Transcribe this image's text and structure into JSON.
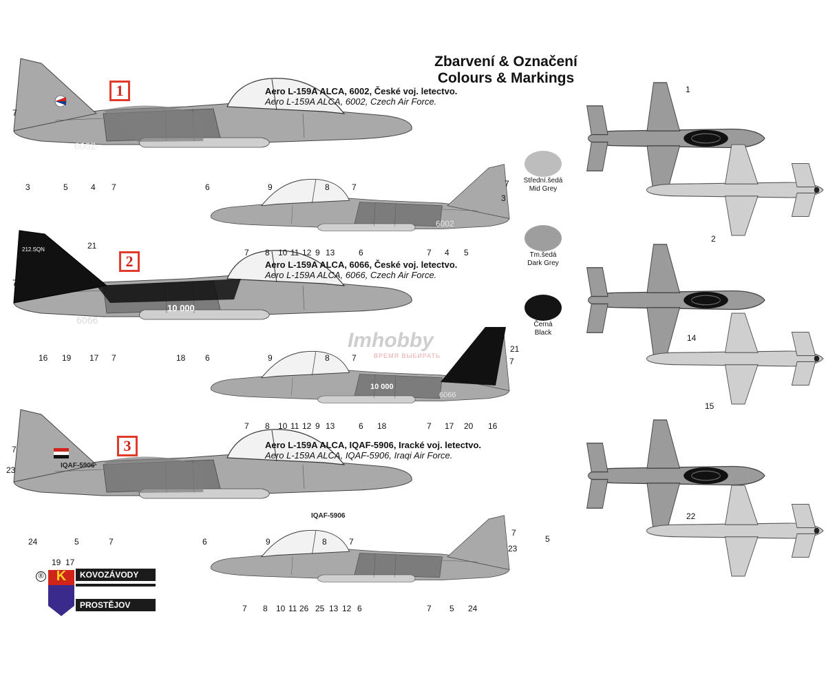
{
  "header": {
    "title_cz": "Zbarvení & Označení",
    "title_en": "Colours & Markings"
  },
  "schemes": [
    {
      "badge": "1",
      "caption_cz": "Aero L-159A ALCA, 6002, České voj. letectvo.",
      "caption_en": "Aero L-159A ALCA, 6002, Czech Air Force.",
      "serial": "6002"
    },
    {
      "badge": "2",
      "caption_cz": "Aero L-159A ALCA, 6066, České voj. letectvo.",
      "caption_en": "Aero L-159A ALCA, 6066, Czech Air Force.",
      "serial": "6066",
      "squadron": "212.SQN",
      "nose_code": "10 000"
    },
    {
      "badge": "3",
      "caption_cz": "Aero L-159A ALCA, IQAF-5906, Iracké voj. letectvo.",
      "caption_en": "Aero L-159A ALCA, IQAF-5906, Iraqi Air Force.",
      "serial": "IQAF-5906"
    }
  ],
  "colors": [
    {
      "label_cz": "Střední.šedá",
      "label_en": "Mid Grey",
      "hex": "#b8b8b8"
    },
    {
      "label_cz": "Tm.šedá",
      "label_en": "Dark Grey",
      "hex": "#9a9a9a"
    },
    {
      "label_cz": "Černá",
      "label_en": "Black",
      "hex": "#141414"
    }
  ],
  "callouts": {
    "s1_top": [
      "7",
      "3",
      "5",
      "4",
      "7",
      "6",
      "9",
      "8",
      "7"
    ],
    "s1_bottom": [
      "7",
      "8",
      "10",
      "11",
      "12",
      "9",
      "13",
      "6",
      "7",
      "4",
      "5"
    ],
    "s1_tail": [
      "7",
      "3"
    ],
    "s2_top": [
      "21",
      "7",
      "16",
      "19",
      "17",
      "7",
      "18",
      "6",
      "9",
      "8",
      "7"
    ],
    "s2_bottom": [
      "7",
      "8",
      "10",
      "11",
      "12",
      "9",
      "13",
      "6",
      "18",
      "7",
      "17",
      "20",
      "16"
    ],
    "s2_tail": [
      "21",
      "7"
    ],
    "s3_top": [
      "7",
      "23",
      "24",
      "5",
      "7",
      "6",
      "9",
      "8",
      "7"
    ],
    "s3_bottom": [
      "7",
      "8",
      "10",
      "11",
      "26",
      "25",
      "13",
      "12",
      "6",
      "7",
      "5",
      "24"
    ],
    "s3_tail": [
      "7",
      "23"
    ],
    "plan": [
      "1",
      "2",
      "14",
      "15",
      "22"
    ],
    "misc_5": "5",
    "misc_19": "19",
    "misc_17": "17"
  },
  "watermark": {
    "brand": "Imhobby",
    "slogan": "ВРЕМЯ ВЫБИРАТЬ"
  },
  "logo": {
    "letter": "K",
    "line1": "KOVOZÁVODY",
    "line2": "PROSTĚJOV",
    "registered": "®"
  }
}
